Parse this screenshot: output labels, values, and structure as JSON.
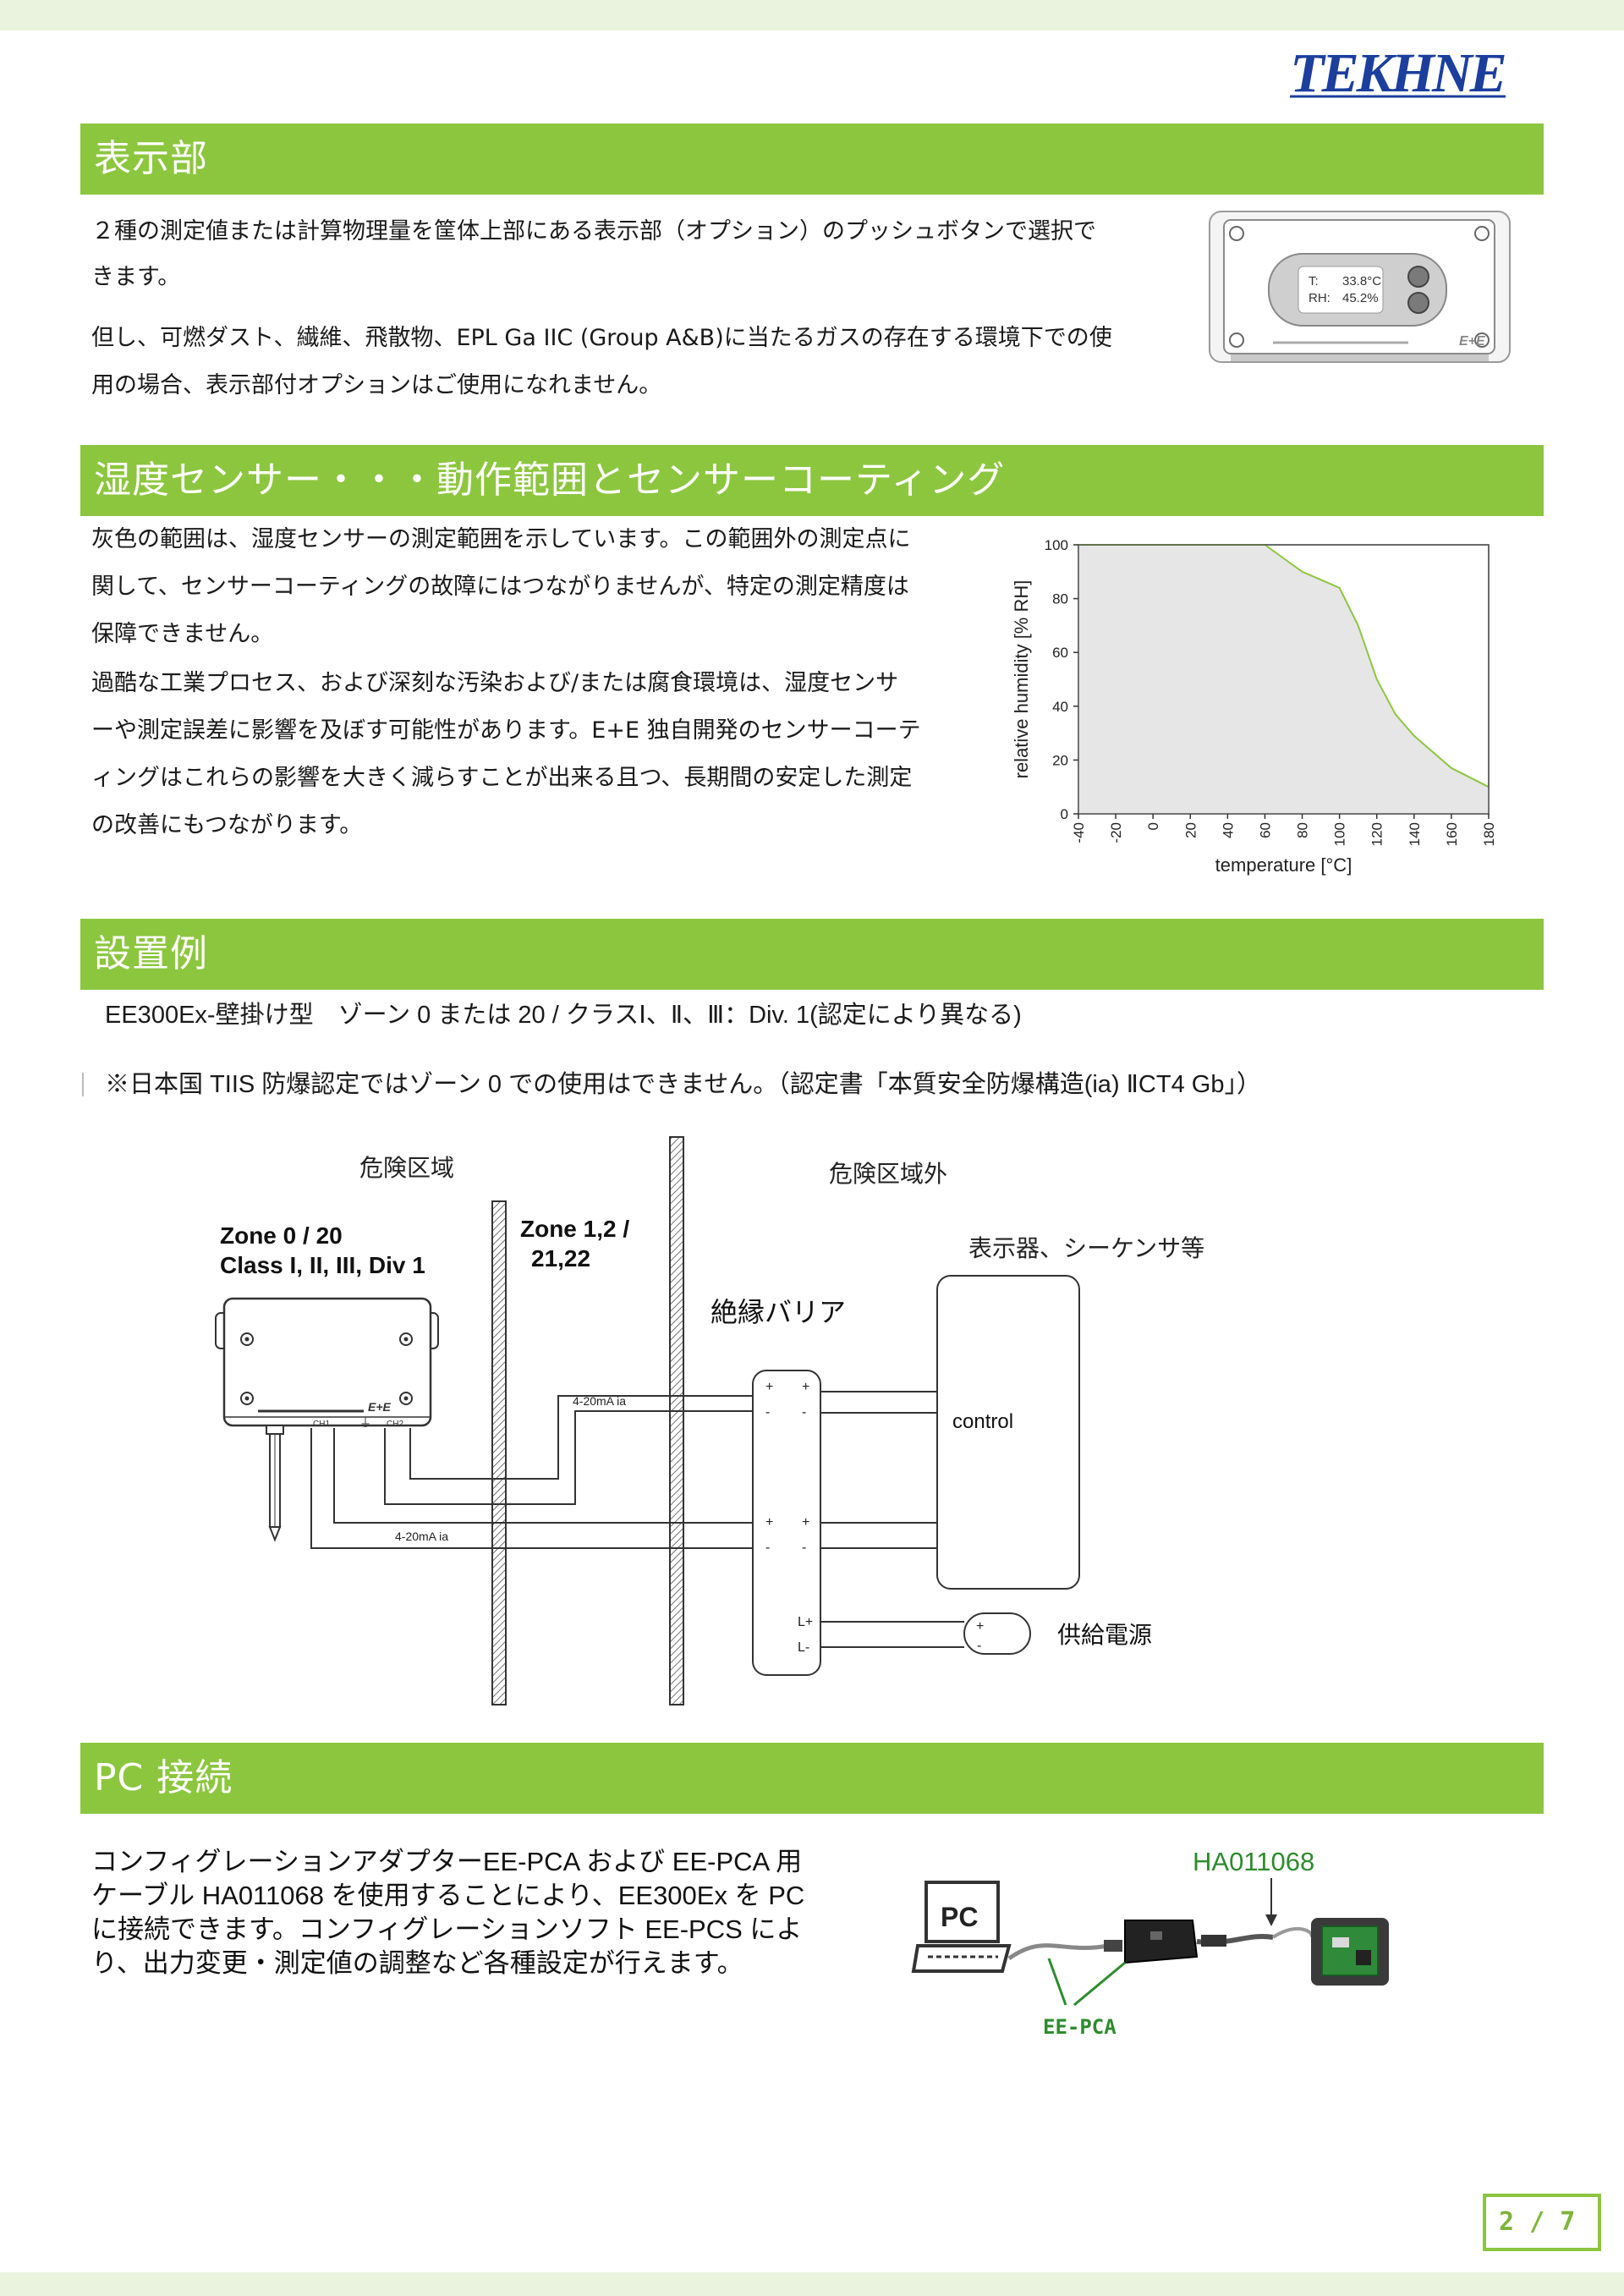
{
  "brand": {
    "logo": "TEKHNE"
  },
  "sections": {
    "display": {
      "title": "表示部",
      "para1_line1": "２種の測定値または計算物理量を筐体上部にある表示部（オプション）のプッシュボタンで選択で",
      "para1_line2": "きます。",
      "para2_line1": "但し、可燃ダスト、繊維、飛散物、EPL Ga IIC (Group A&B)に当たるガスの存在する環境下での使",
      "para2_line2": "用の場合、表示部付オプションはご使用になれません。",
      "device": {
        "t_label": "T:",
        "t_value": "33.8°C",
        "rh_label": "RH:",
        "rh_value": "45.2%",
        "brand_mark": "E+E"
      }
    },
    "humidity": {
      "title": "湿度センサー・・・動作範囲とセンサーコーティング",
      "lines": [
        "灰色の範囲は、湿度センサーの測定範囲を示しています。この範囲外の測定点に",
        "関して、センサーコーティングの故障にはつながりませんが、特定の測定精度は",
        "保障できません。",
        "過酷な工業プロセス、および深刻な汚染および/または腐食環境は、湿度センサ",
        "ーや測定誤差に影響を及ぼす可能性があります。E+E 独自開発のセンサーコーテ",
        "ィングはこれらの影響を大きく減らすことが出来る且つ、長期間の安定した測定",
        "の改善にもつながります。"
      ]
    },
    "install": {
      "title": "設置例",
      "line1": "EE300Ex-壁掛け型　ゾーン 0 または 20 / クラスⅠ、Ⅱ、Ⅲ：Div. 1(認定により異なる)",
      "line2": "※日本国 TIIS 防爆認定ではゾーン 0 での使用はできません。（認定書「本質安全防爆構造(ia) ⅡCT4 Gb」）",
      "diagram": {
        "hazard_area": "危険区域",
        "safe_area": "危険区域外",
        "zone0_line1": "Zone 0 / 20",
        "zone0_line2": "Class I, II, III, Div 1",
        "zone1_line1": "Zone 1,2 /",
        "zone1_line2": "21,22",
        "display_devices": "表示器、シーケンサ等",
        "barrier": "絶縁バリア",
        "control": "control",
        "power": "供給電源",
        "signal_top": "4-20mA ia",
        "signal_bottom": "4-20mA ia",
        "ch1": "CH1",
        "ch2": "CH2",
        "brand_mark": "E+E",
        "plus": "+",
        "minus": "-",
        "lplus": "L+",
        "lminus": "L-"
      }
    },
    "pc": {
      "title": "PC 接続",
      "lines": [
        "コンフィグレーションアダプターEE-PCA および EE-PCA 用",
        "ケーブル HA011068 を使用することにより、EE300Ex を PC",
        "に接続できます。コンフィグレーションソフト EE-PCS によ",
        "り、出力変更・測定値の調整など各種設定が行えます。"
      ],
      "cable_label": "HA011068",
      "pc_label": "PC",
      "adapter_label": "EE-PCA"
    }
  },
  "page_number": "2 / 7",
  "chart_data": {
    "type": "area",
    "xlabel": "temperature [°C]",
    "ylabel": "relative humidity [% RH]",
    "xlim": [
      -40,
      180
    ],
    "ylim": [
      0,
      100
    ],
    "x_ticks": [
      -40,
      -20,
      0,
      20,
      40,
      60,
      80,
      100,
      120,
      140,
      160,
      180
    ],
    "y_ticks": [
      0,
      20,
      40,
      60,
      80,
      100
    ],
    "x": [
      -40,
      60,
      80,
      90,
      100,
      110,
      120,
      130,
      140,
      160,
      180
    ],
    "y": [
      100,
      100,
      90,
      87,
      84,
      70,
      50,
      37,
      29,
      17,
      10
    ],
    "fill_color": "#e6e6e6",
    "line_color": "#8cc63f",
    "grid": false
  }
}
